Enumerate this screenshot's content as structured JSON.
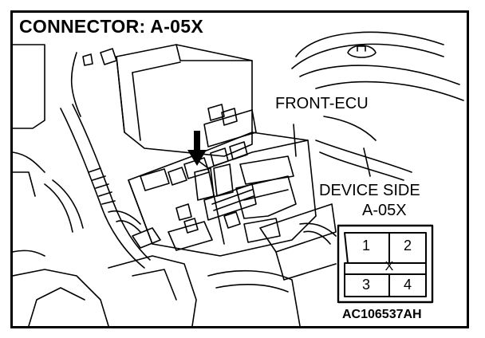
{
  "title": "CONNECTOR: A-05X",
  "labels": {
    "front_ecu": "FRONT-ECU",
    "device_side": "DEVICE SIDE",
    "device_code": "A-05X",
    "diagram_code": "AC106537AH"
  },
  "connector": {
    "pins": [
      "1",
      "2",
      "3",
      "4"
    ],
    "center_mark": "X"
  },
  "colors": {
    "line": "#000000",
    "background": "#ffffff"
  }
}
